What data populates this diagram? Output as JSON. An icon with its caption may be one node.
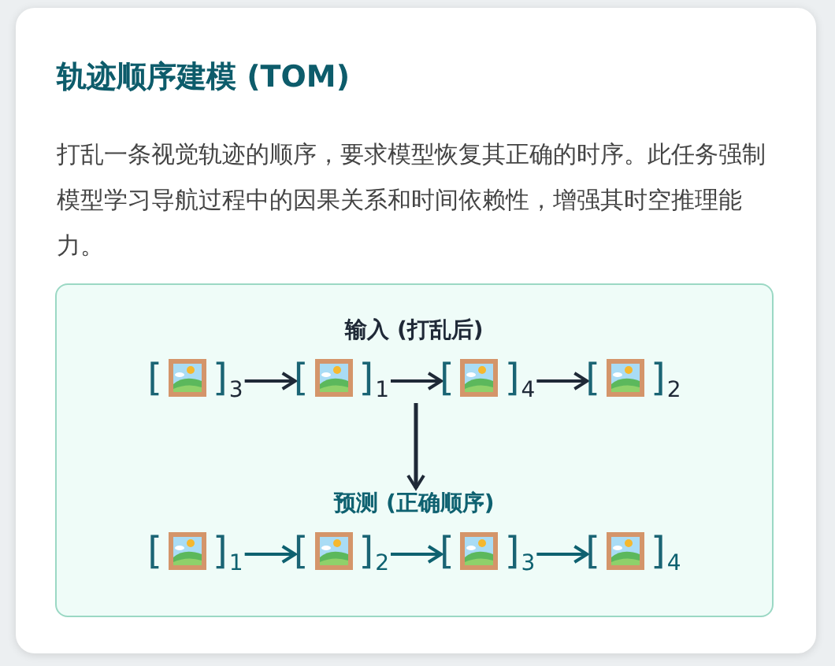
{
  "diagram": {
    "title": "轨迹顺序建模 (TOM)",
    "nodes": [
      {
        "text": [],
        "shape": "box"
      },
      {
        "text": [
          "输入 (打乱后)"
        ],
        "in": 0
      },
      {
        "text": [
          "[",
          "]",
          "3"
        ],
        "in": 1
      },
      {
        "text": [
          "[",
          "]",
          "1"
        ],
        "in": 1
      },
      {
        "text": [
          "[",
          "]",
          "4"
        ],
        "in": 1
      },
      {
        "text": [
          "[",
          "]",
          "2"
        ],
        "in": 1
      },
      {
        "text": [
          "预测 (正确顺序)"
        ],
        "in": 0
      },
      {
        "text": [
          "[",
          "]",
          "1"
        ],
        "in": 6
      },
      {
        "text": [
          "[",
          "]",
          "2"
        ],
        "in": 6
      },
      {
        "text": [
          "[",
          "]",
          "3"
        ],
        "in": 6
      },
      {
        "text": [
          "[",
          "]",
          "4"
        ],
        "in": 6
      }
    ],
    "edges": [
      {
        "from": 2,
        "to": 3,
        "arrow": "to"
      },
      {
        "from": 3,
        "to": 4,
        "arrow": "to"
      },
      {
        "from": 4,
        "to": 5,
        "arrow": "to"
      },
      {
        "from": 1,
        "to": 6,
        "arrow": "to"
      },
      {
        "from": 7,
        "to": 8,
        "arrow": "to",
        "color": "#0e6170"
      },
      {
        "from": 8,
        "to": 9,
        "arrow": "to",
        "color": "#0e6170"
      },
      {
        "from": 9,
        "to": 10,
        "arrow": "to",
        "color": "#0e6170"
      }
    ],
    "labels": [
      "打乱一条视觉轨迹的顺序，要求模型恢复其正确的时序。此任务强制模型学习导航过程中的因果关系和时间依赖性，增强其时空推理能力。"
    ]
  }
}
